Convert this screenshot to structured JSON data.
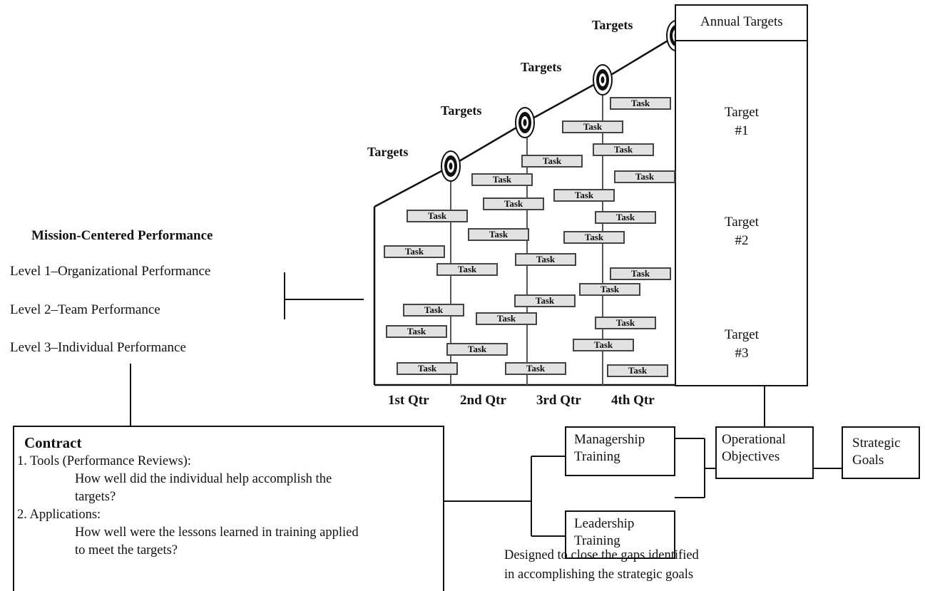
{
  "mission": {
    "title": "Mission-Centered Performance",
    "levels": [
      "Level 1–Organizational Performance",
      "Level 2–Team Performance",
      "Level 3–Individual Performance"
    ]
  },
  "targets_label": "Targets",
  "task_label": "Task",
  "quarters": [
    "1st Qtr",
    "2nd Qtr",
    "3rd Qtr",
    "4th Qtr"
  ],
  "annual": {
    "header": "Annual Targets",
    "targets": [
      "Target\n#1",
      "Target\n#2",
      "Target\n#3"
    ]
  },
  "contract": {
    "title": "Contract",
    "lines": [
      "1. Tools (Performance Reviews):",
      "How well did the individual help accomplish the",
      "targets?",
      "2. Applications:",
      "How well were the lessons learned in training applied",
      "to meet the targets?"
    ]
  },
  "boxes": {
    "managership": "Managership\nTraining",
    "leadership": "Leadership\nTraining",
    "operational": "Operational\nObjectives",
    "strategic": "Strategic\nGoals"
  },
  "caption": {
    "line1": "Designed to close the gaps identified",
    "line2": "in accomplishing the strategic goals"
  }
}
